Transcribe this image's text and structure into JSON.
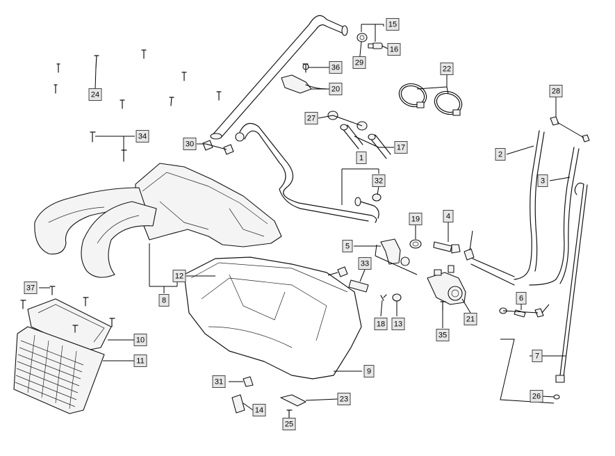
{
  "callouts": [
    "1",
    "2",
    "3",
    "4",
    "5",
    "6",
    "7",
    "8",
    "9",
    "10",
    "11",
    "12",
    "13",
    "14",
    "15",
    "16",
    "17",
    "18",
    "19",
    "20",
    "21",
    "22",
    "23",
    "24",
    "25",
    "26",
    "27",
    "28",
    "29",
    "31",
    "32",
    "33",
    "34",
    "35",
    "36",
    "37",
    "30"
  ]
}
